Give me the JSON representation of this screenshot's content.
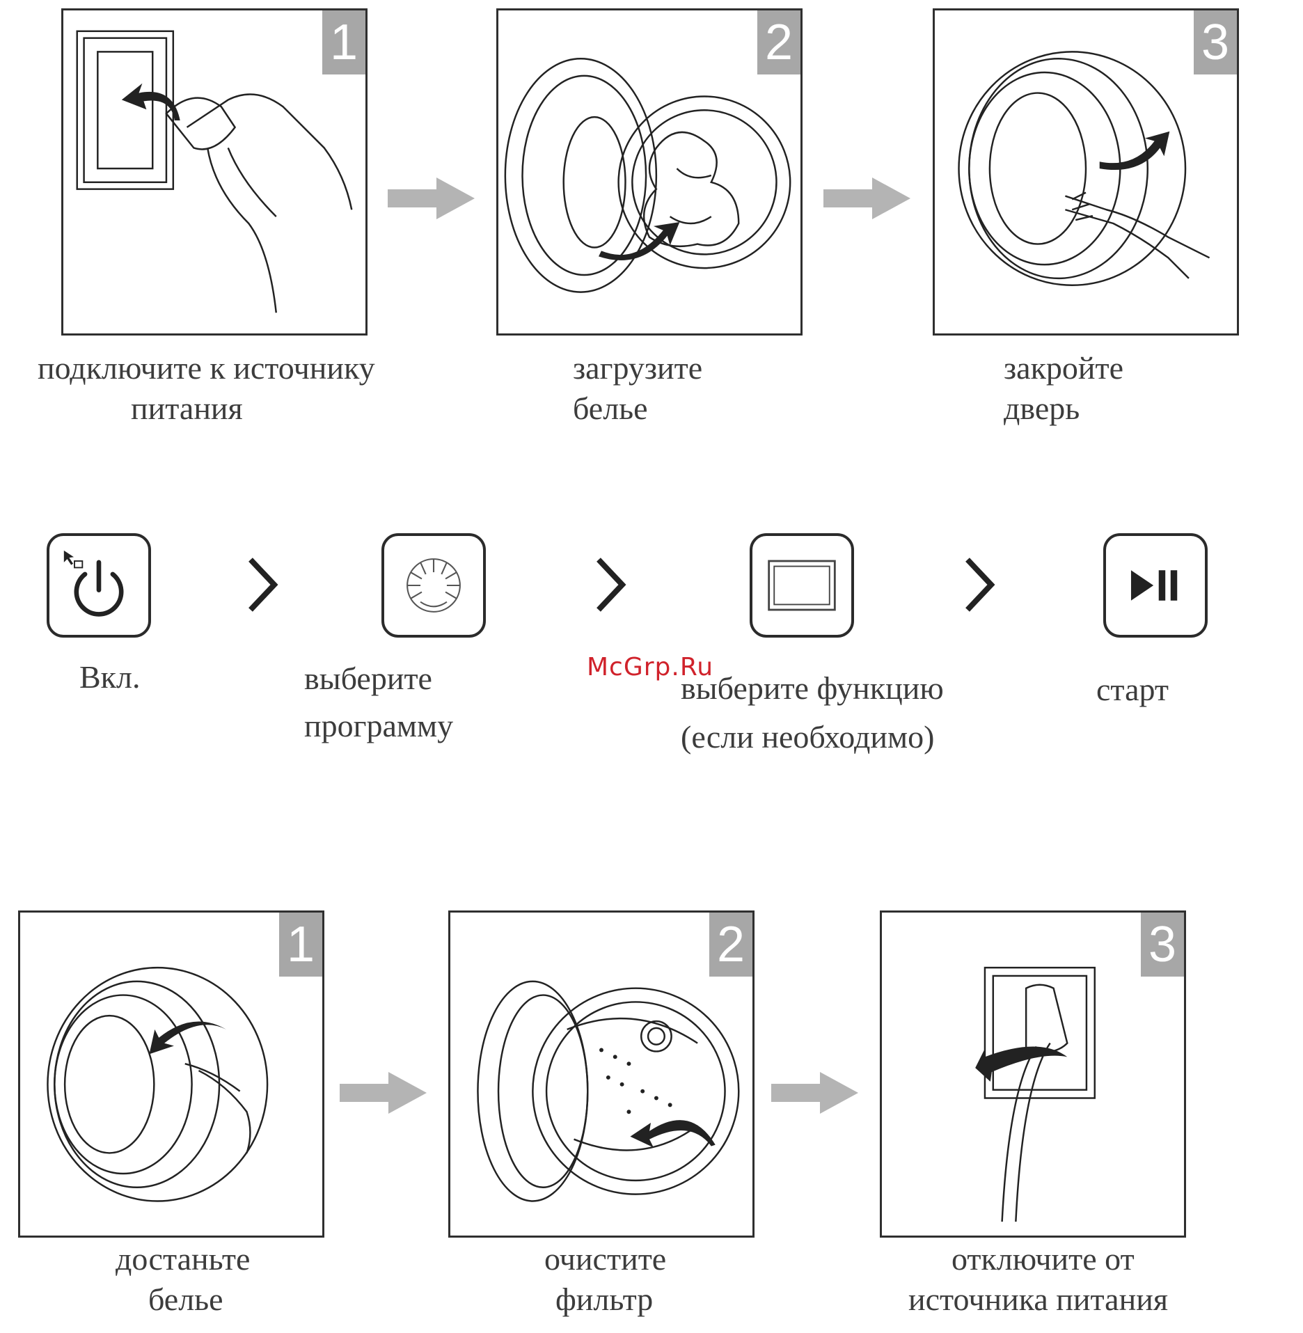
{
  "setup": {
    "steps": [
      {
        "number": "1",
        "caption_line1": "подключите к источнику",
        "caption_line2": "питания"
      },
      {
        "number": "2",
        "caption_line1": "загрузите",
        "caption_line2": "белье"
      },
      {
        "number": "3",
        "caption_line1": "закройте",
        "caption_line2": "дверь"
      }
    ]
  },
  "controls": {
    "items": [
      {
        "icon": "power-icon",
        "label_line1": "Вкл.",
        "label_line2": ""
      },
      {
        "icon": "program-dial-icon",
        "label_line1": "выберите",
        "label_line2": "программу"
      },
      {
        "icon": "display-screen-icon",
        "label_line1": "выберите функцию",
        "label_line2": "(если необходимо)"
      },
      {
        "icon": "play-pause-icon",
        "label_line1": "старт",
        "label_line2": ""
      }
    ]
  },
  "finish": {
    "steps": [
      {
        "number": "1",
        "caption_line1": "достаньте",
        "caption_line2": "белье"
      },
      {
        "number": "2",
        "caption_line1": "очистите",
        "caption_line2": "фильтр"
      },
      {
        "number": "3",
        "caption_line1": "отключите от",
        "caption_line2": "источника питания"
      }
    ]
  },
  "watermark": "McGrp.Ru",
  "colors": {
    "arrow": "#b4b4b4",
    "badge": "#a7a7a7",
    "watermark": "#d0222b"
  }
}
